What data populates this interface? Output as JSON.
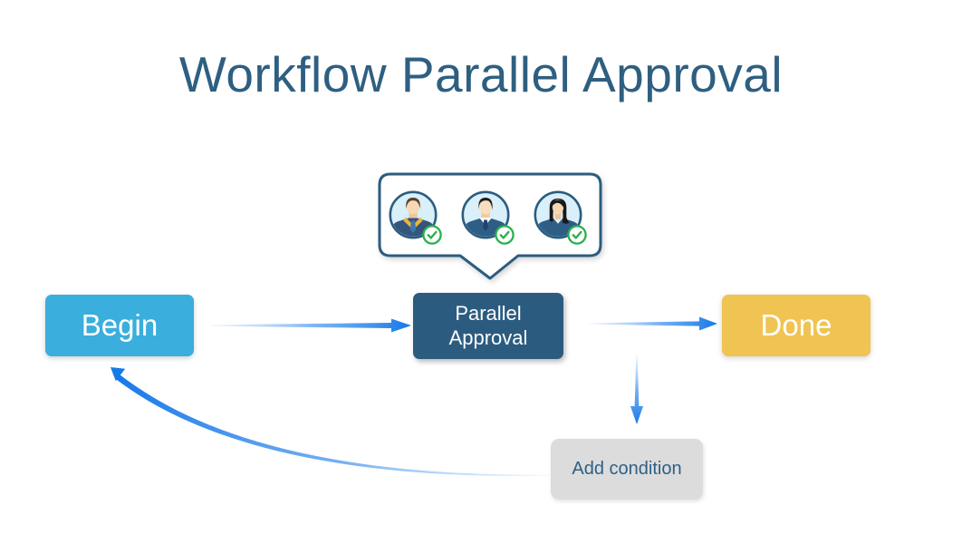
{
  "title": "Workflow Parallel Approval",
  "nodes": {
    "begin": {
      "label": "Begin",
      "color": "#3aaedd"
    },
    "parallel_approval": {
      "label": "Parallel Approval",
      "color": "#2b5c80"
    },
    "done": {
      "label": "Done",
      "color": "#f0c452"
    },
    "add_condition": {
      "label": "Add condition",
      "color": "#dcdcdc",
      "text_color": "#2d6086"
    }
  },
  "approvers_tooltip": {
    "description": "speech bubble above Parallel Approval node",
    "border_color": "#2b5d80",
    "avatar_background": "#d9effa",
    "approved_badge_color": "#2ab04d",
    "approvers": [
      {
        "icon": "male-approver-avatar",
        "status": "approved"
      },
      {
        "icon": "male-approver-avatar",
        "status": "approved"
      },
      {
        "icon": "female-approver-avatar",
        "status": "approved"
      }
    ]
  },
  "connections": [
    {
      "from": "begin",
      "to": "parallel_approval",
      "style": "straight-right"
    },
    {
      "from": "parallel_approval",
      "to": "done",
      "style": "straight-right"
    },
    {
      "from": "parallel_approval",
      "to": "add_condition",
      "style": "straight-down"
    },
    {
      "from": "add_condition",
      "to": "begin",
      "style": "curved-back"
    }
  ],
  "colors": {
    "title": "#2e5f81",
    "arrow": "#1679e8",
    "bubble_border": "#2b5d80"
  }
}
